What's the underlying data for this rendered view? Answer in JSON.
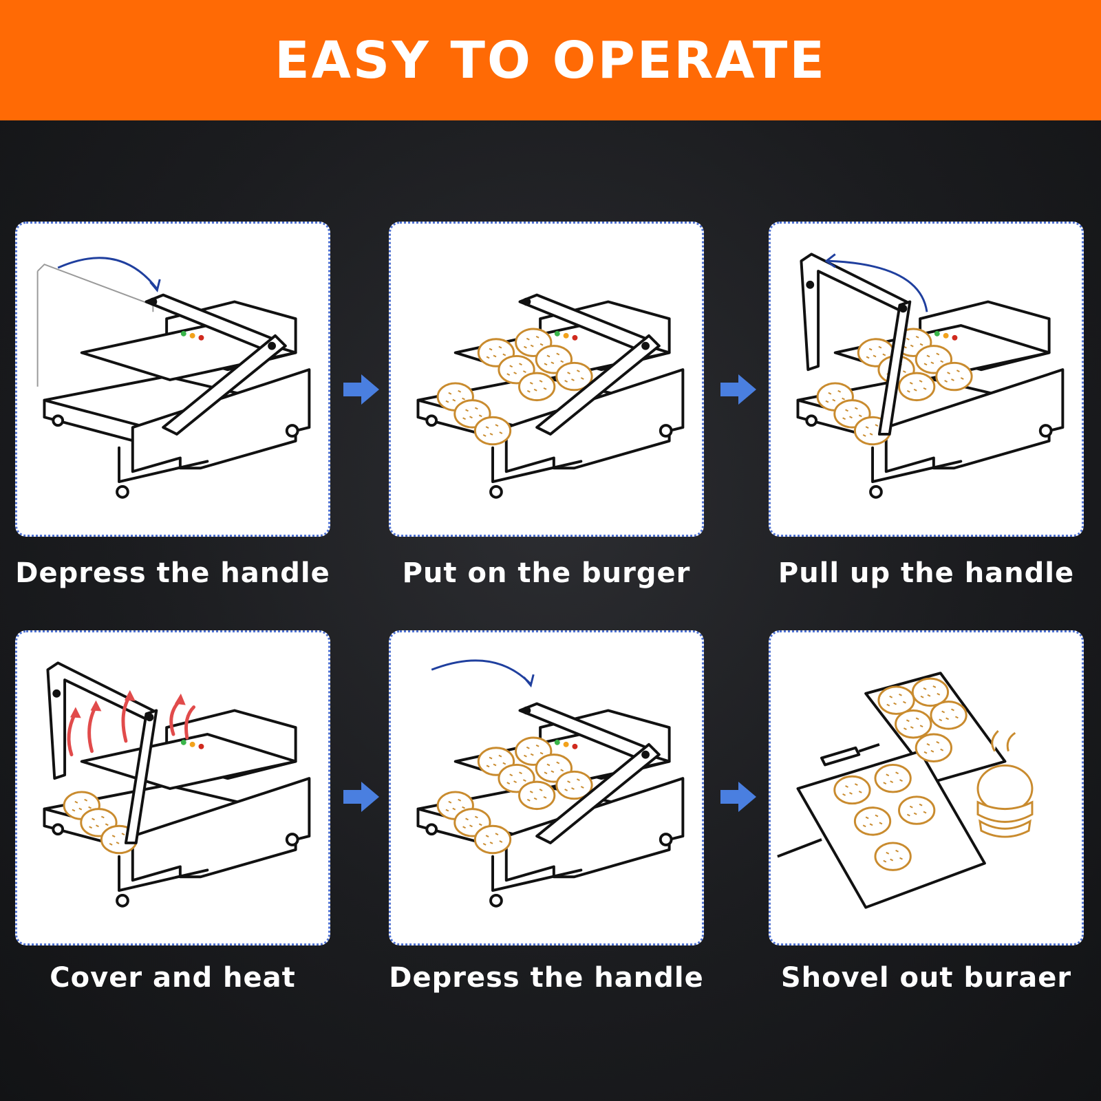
{
  "header": {
    "title": "EASY TO OPERATE"
  },
  "colors": {
    "banner": "#ff6a05",
    "card_border": "#4c6fd0",
    "arrow": "#4a7fe0",
    "background": "#1b1c1f"
  },
  "steps": [
    {
      "caption": "Depress the handle"
    },
    {
      "caption": "Put on the burger"
    },
    {
      "caption": "Pull up the handle"
    },
    {
      "caption": "Cover and heat"
    },
    {
      "caption": "Depress the handle"
    },
    {
      "caption": "Shovel out buraer"
    }
  ],
  "arrows": [
    "arrow-right-icon",
    "arrow-right-icon",
    "arrow-right-icon",
    "arrow-right-icon"
  ]
}
